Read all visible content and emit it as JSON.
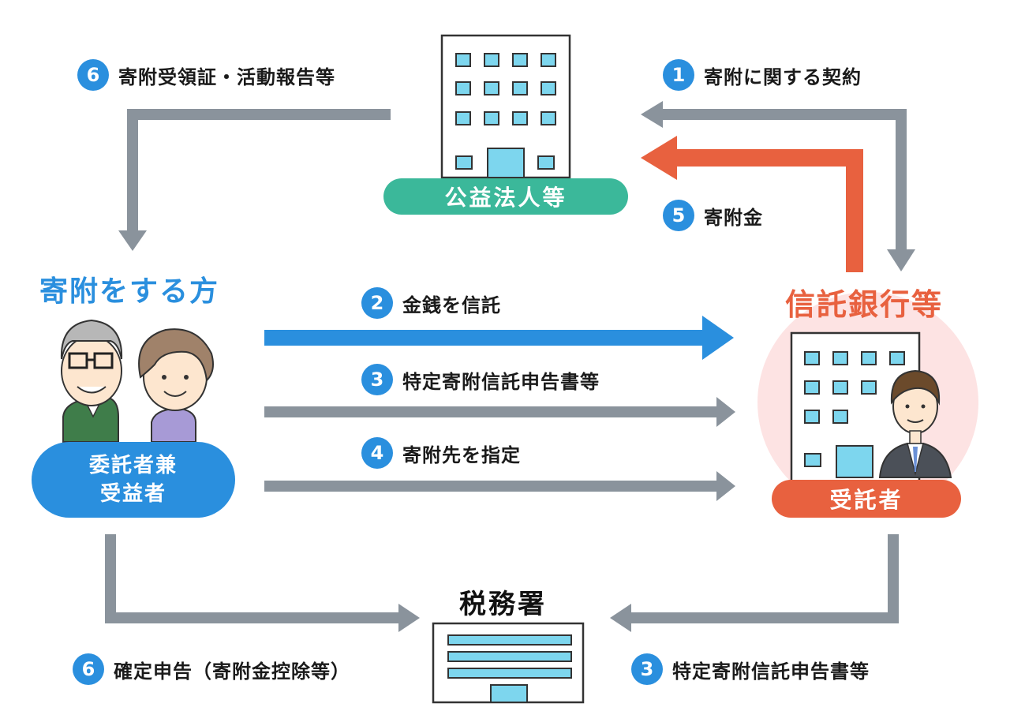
{
  "nodes": {
    "public_interest_corp": "公益法人等",
    "donor_title": "寄附をする方",
    "donor_role_line1": "委託者兼",
    "donor_role_line2": "受益者",
    "trust_bank_title": "信託銀行等",
    "trustee_role": "受託者",
    "tax_office": "税務署"
  },
  "steps": [
    {
      "num": "6",
      "label": "寄附受領証・活動報告等"
    },
    {
      "num": "1",
      "label": "寄附に関する契約"
    },
    {
      "num": "5",
      "label": "寄附金"
    },
    {
      "num": "2",
      "label": "金銭を信託"
    },
    {
      "num": "3",
      "label": "特定寄附信託申告書等"
    },
    {
      "num": "4",
      "label": "寄附先を指定"
    },
    {
      "num": "6",
      "label": "確定申告（寄附金控除等）"
    },
    {
      "num": "3",
      "label": "特定寄附信託申告書等"
    }
  ],
  "colors": {
    "blue": "#2a8fde",
    "teal": "#3bb89a",
    "orange_red": "#e8613f",
    "gray_arrow": "#8a939c",
    "pink_circle": "#fde3e3",
    "window_blue": "#7dd6ee"
  }
}
